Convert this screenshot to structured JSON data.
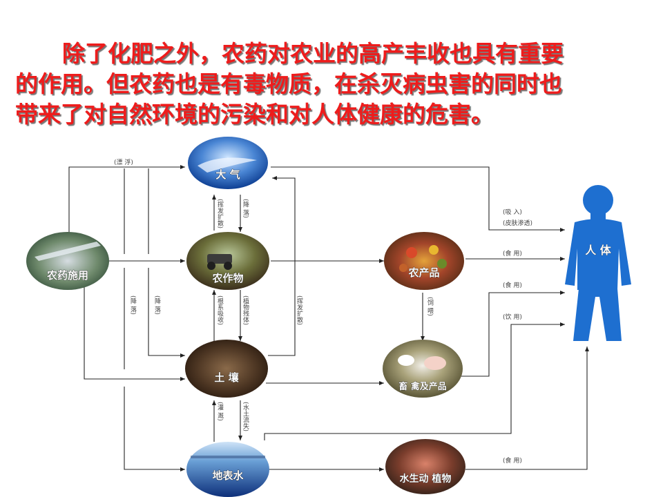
{
  "title": {
    "line1": "除了化肥之外，农药对农业的高产丰收也具有重要",
    "line2": "的作用。但农药也是有毒物质，在杀灭病虫害的同时也",
    "line3": "带来了对自然环境的污染和对人体健康的危害。"
  },
  "nodes": {
    "air": "大  气",
    "pesticide": "农药施用",
    "crops": "农作物",
    "soil": "土  壤",
    "water": "地表水",
    "farm_products": "农产品",
    "livestock": "畜 禽及产品",
    "aquatic": "水生动 植物",
    "human": "人 体"
  },
  "edge_labels": {
    "drift": "(漂      浮)",
    "volatilize_1": "(挥发扩散)",
    "settle_1": "(降      落)",
    "settle_2": "(降      落)",
    "settle_3": "(降      落)",
    "root_absorb": "(根系吸收)",
    "residue": "(植物残体)",
    "volatilize_2": "(挥发扩散)",
    "irrigate": "(灌      溉)",
    "runoff": "(水土流失)",
    "feed": "(饲      喂)",
    "inhale": "(吸          入)",
    "skin": "(皮肤渗透)",
    "eat_1": "(食        用)",
    "eat_2": "(食        用)",
    "drink": "(饮        用)",
    "eat_3": "(食        用)"
  },
  "colors": {
    "title": "#ee1c1c",
    "human": "#1e6fd0"
  }
}
